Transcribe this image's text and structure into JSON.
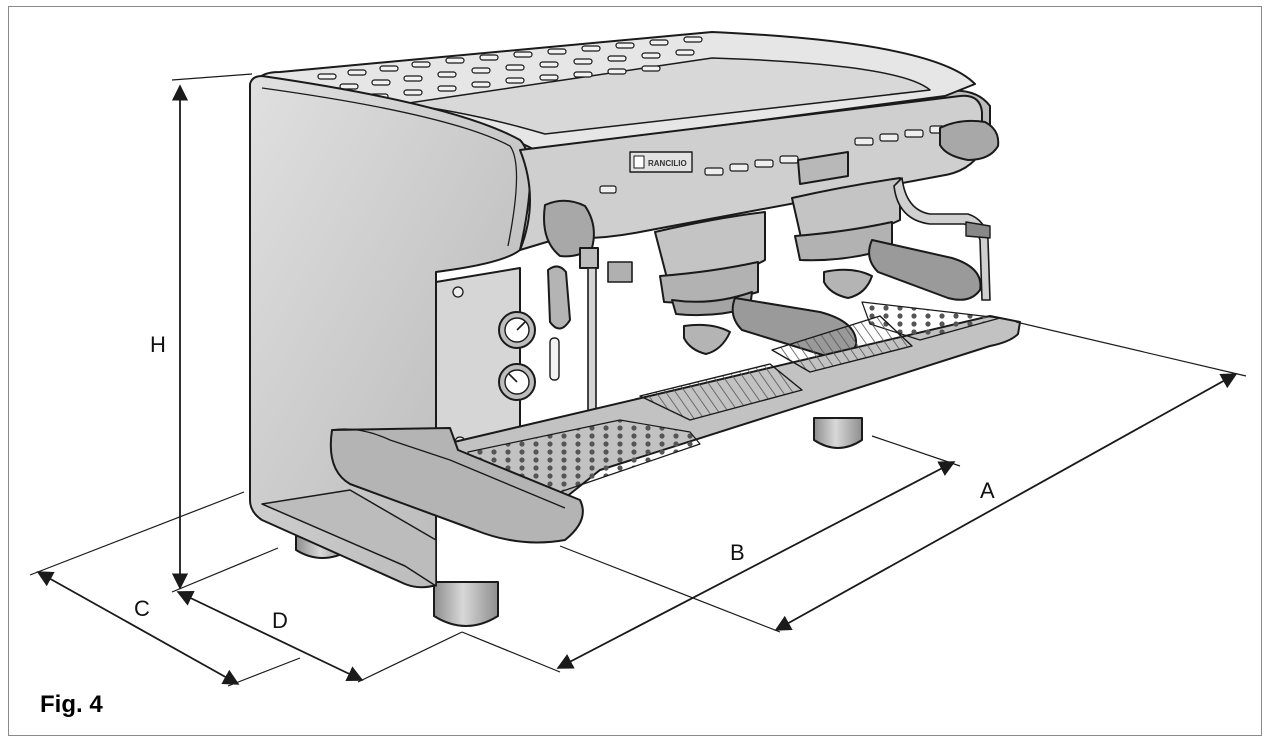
{
  "figure": {
    "caption": "Fig. 4",
    "brand": "RANCILIO",
    "dimension_labels": {
      "height": "H",
      "width_overall": "A",
      "width_body": "B",
      "depth_overall": "C",
      "depth_body": "D"
    }
  },
  "colors": {
    "line": "#1a1a1a",
    "body_fill": "#c8c8c8",
    "body_light": "#dcdcdc",
    "body_dark": "#9e9e9e",
    "frame_border": "#8a8a8a"
  },
  "icons": {
    "gauge": "pressure-gauge-icon",
    "brand_logo": "brand-logo-icon"
  }
}
